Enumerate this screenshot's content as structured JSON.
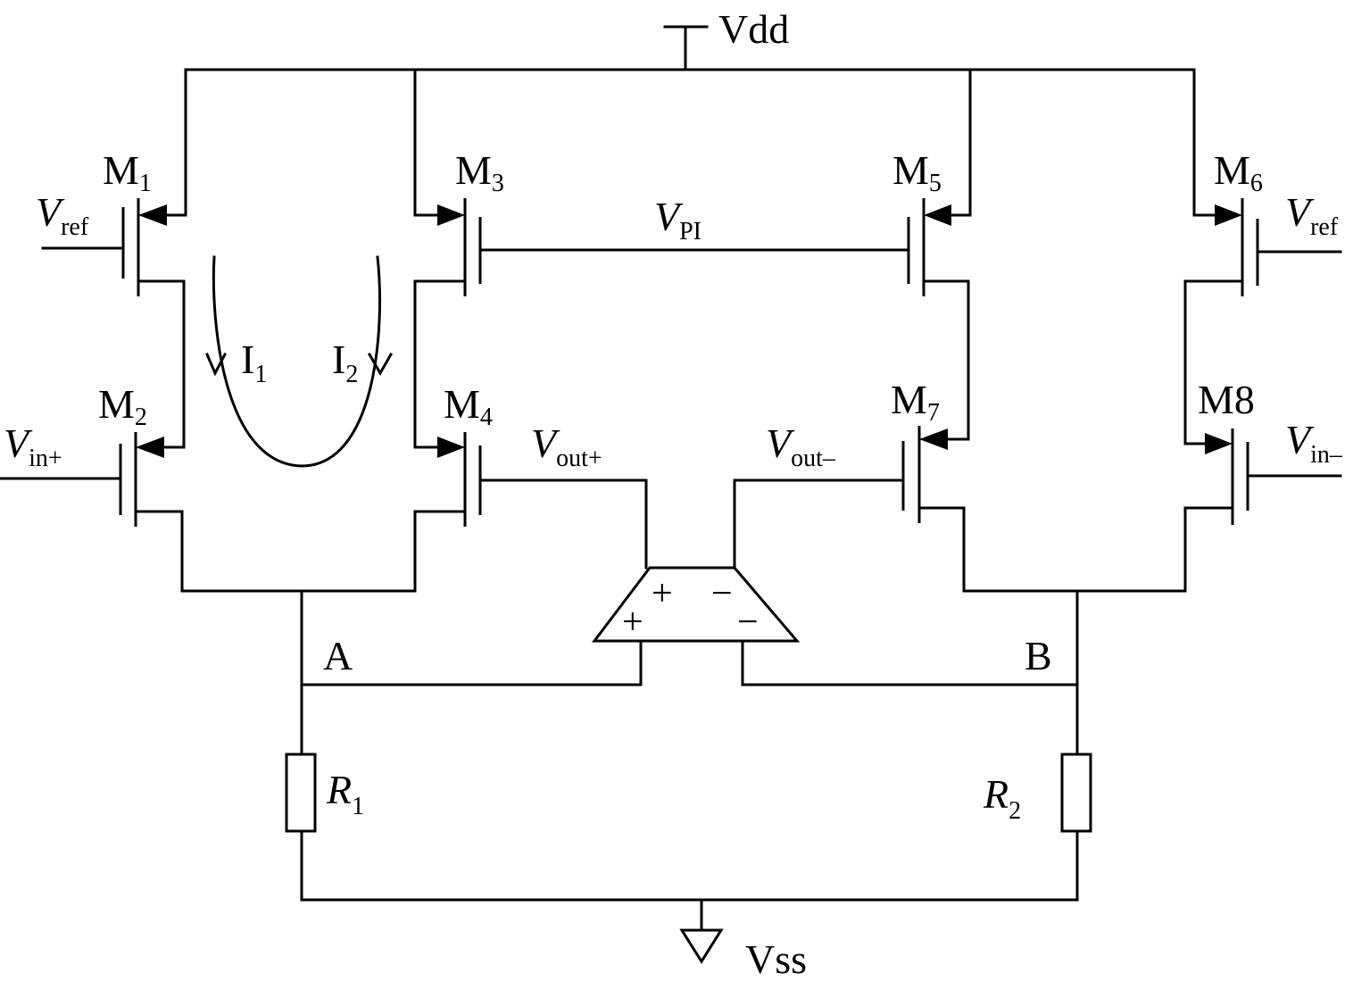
{
  "supply": {
    "vdd": "Vdd",
    "vss": "Vss"
  },
  "transistors": {
    "m1": {
      "name": "M",
      "sub": "1"
    },
    "m2": {
      "name": "M",
      "sub": "2"
    },
    "m3": {
      "name": "M",
      "sub": "3"
    },
    "m4": {
      "name": "M",
      "sub": "4"
    },
    "m5": {
      "name": "M",
      "sub": "5"
    },
    "m6": {
      "name": "M",
      "sub": "6"
    },
    "m7": {
      "name": "M",
      "sub": "7"
    },
    "m8": {
      "name": "M8"
    }
  },
  "signals": {
    "vref_left": {
      "main": "V",
      "sub": "ref"
    },
    "vref_right": {
      "main": "V",
      "sub": "ref"
    },
    "vin_plus": {
      "main": "V",
      "sub": "in+"
    },
    "vin_minus": {
      "main": "V",
      "sub": "in–"
    },
    "vpi": {
      "main": "V",
      "sub": "PI"
    },
    "vout_plus": {
      "main": "V",
      "sub": "out+"
    },
    "vout_minus": {
      "main": "V",
      "sub": "out–"
    }
  },
  "currents": {
    "i1": {
      "main": "I",
      "sub": "1"
    },
    "i2": {
      "main": "I",
      "sub": "2"
    }
  },
  "nodes": {
    "a": "A",
    "b": "B"
  },
  "resistors": {
    "r1": {
      "main": "R",
      "sub": "1"
    },
    "r2": {
      "main": "R",
      "sub": "2"
    }
  },
  "amplifier": {
    "in_plus": "+",
    "in_minus": "−",
    "out_plus": "+",
    "out_minus": "−"
  }
}
